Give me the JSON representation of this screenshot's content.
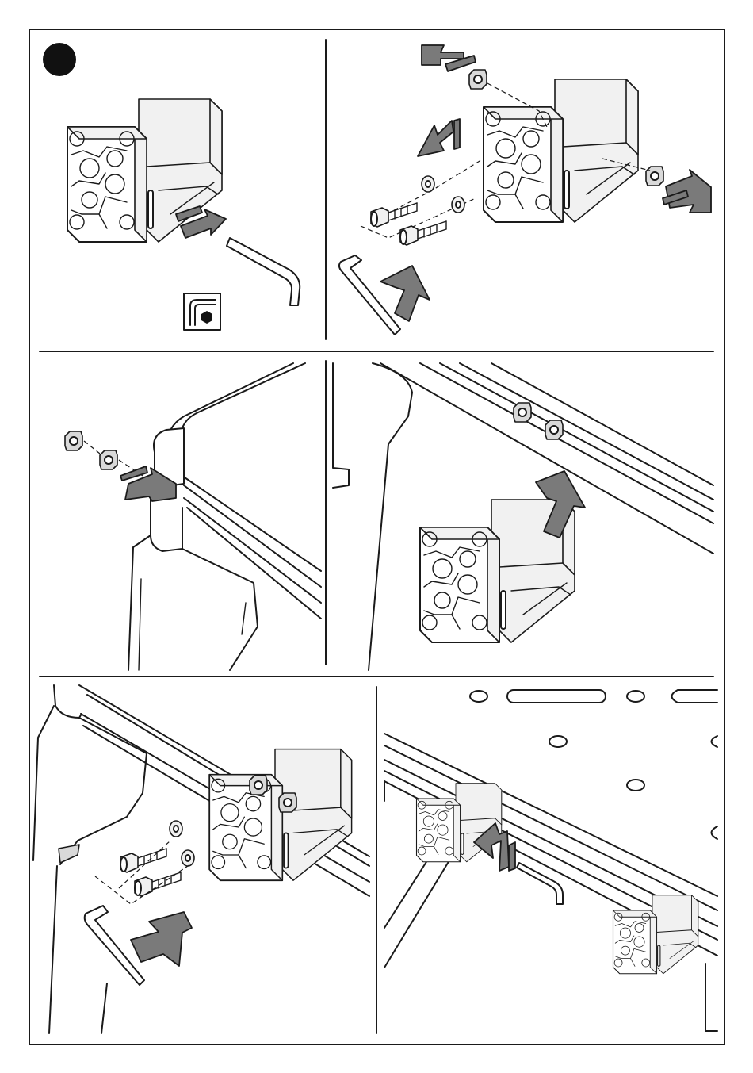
{
  "instruction_sheet": {
    "step_marker": {
      "shape": "filled-circle",
      "color": "#111111"
    },
    "tool_symbol": {
      "icon": "hex-key-icon"
    },
    "colors": {
      "line": "#1a1a1a",
      "arrow_fill": "#7a7a7a",
      "part_fill": "#f1f1f1"
    },
    "panels": [
      {
        "id": "p1",
        "icon": "end-bracket-icon"
      },
      {
        "id": "p2",
        "icon": "exploded-bracket-icon"
      },
      {
        "id": "p3",
        "icon": "rail-corner-nuts-icon"
      },
      {
        "id": "p4",
        "icon": "bracket-lift-icon"
      },
      {
        "id": "p5",
        "icon": "bracket-fasten-icon"
      },
      {
        "id": "p6",
        "icon": "bracket-slide-icon"
      }
    ]
  }
}
